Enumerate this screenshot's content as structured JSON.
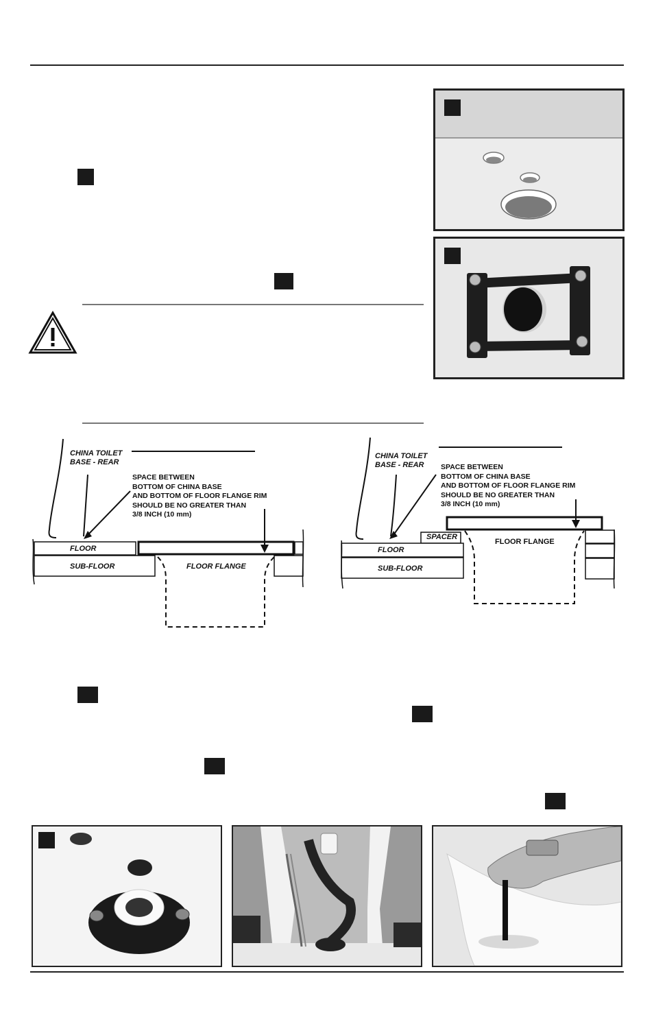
{
  "diagrams": {
    "left": {
      "china_label": "CHINA TOILET\nBASE - REAR",
      "space_note": "SPACE BETWEEN\nBOTTOM OF CHINA BASE\nAND BOTTOM OF FLOOR FLANGE RIM\nSHOULD BE NO GREATER THAN\n3/8 INCH (10 mm)",
      "floor": "FLOOR",
      "subfloor": "SUB-FLOOR",
      "flange": "FLOOR FLANGE"
    },
    "right": {
      "china_label": "CHINA TOILET\nBASE - REAR",
      "space_note": "SPACE BETWEEN\nBOTTOM OF CHINA BASE\nAND BOTTOM OF FLOOR FLANGE RIM\nSHOULD BE NO GREATER THAN\n3/8 INCH (10 mm)",
      "spacer": "SPACER",
      "floor": "FLOOR",
      "subfloor": "SUB-FLOOR",
      "flange": "FLOOR FLANGE"
    }
  },
  "icons": {
    "warning": "warning-triangle-icon"
  }
}
